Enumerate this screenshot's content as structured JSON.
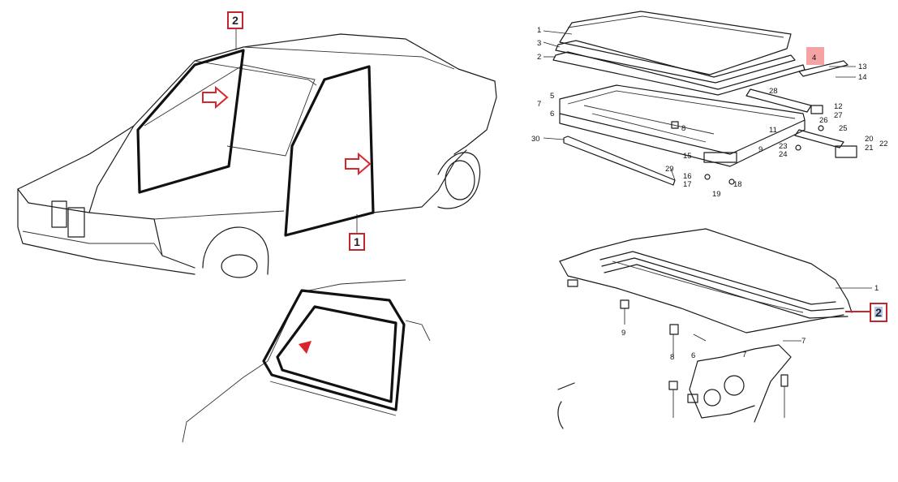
{
  "callouts": {
    "car_roof": "2",
    "car_door": "1",
    "sunroof_highlight": "4",
    "rear_seal": "2"
  },
  "sunroof_parts": {
    "p1": "1",
    "p2": "2",
    "p3": "3",
    "p4": "4",
    "p5": "5",
    "p6": "6",
    "p7": "7",
    "p8": "8",
    "p9": "9",
    "p11": "11",
    "p12": "12",
    "p13": "13",
    "p14": "14",
    "p15": "15",
    "p16": "16",
    "p17": "17",
    "p18": "18",
    "p19": "19",
    "p20": "20",
    "p21": "21",
    "p22": "22",
    "p23": "23",
    "p24": "24",
    "p25": "25",
    "p26": "26",
    "p27": "27",
    "p28": "28",
    "p29": "29",
    "p30": "30"
  },
  "trunk_parts": {
    "p1": "1",
    "p6": "6",
    "p7": "7",
    "p8": "8",
    "p9": "9"
  },
  "colors": {
    "callout_border": "#c0282d",
    "highlight_fill": "#f3a3a3",
    "arrow_red": "#d8262b",
    "blue_highlight": "#2a59b8"
  }
}
